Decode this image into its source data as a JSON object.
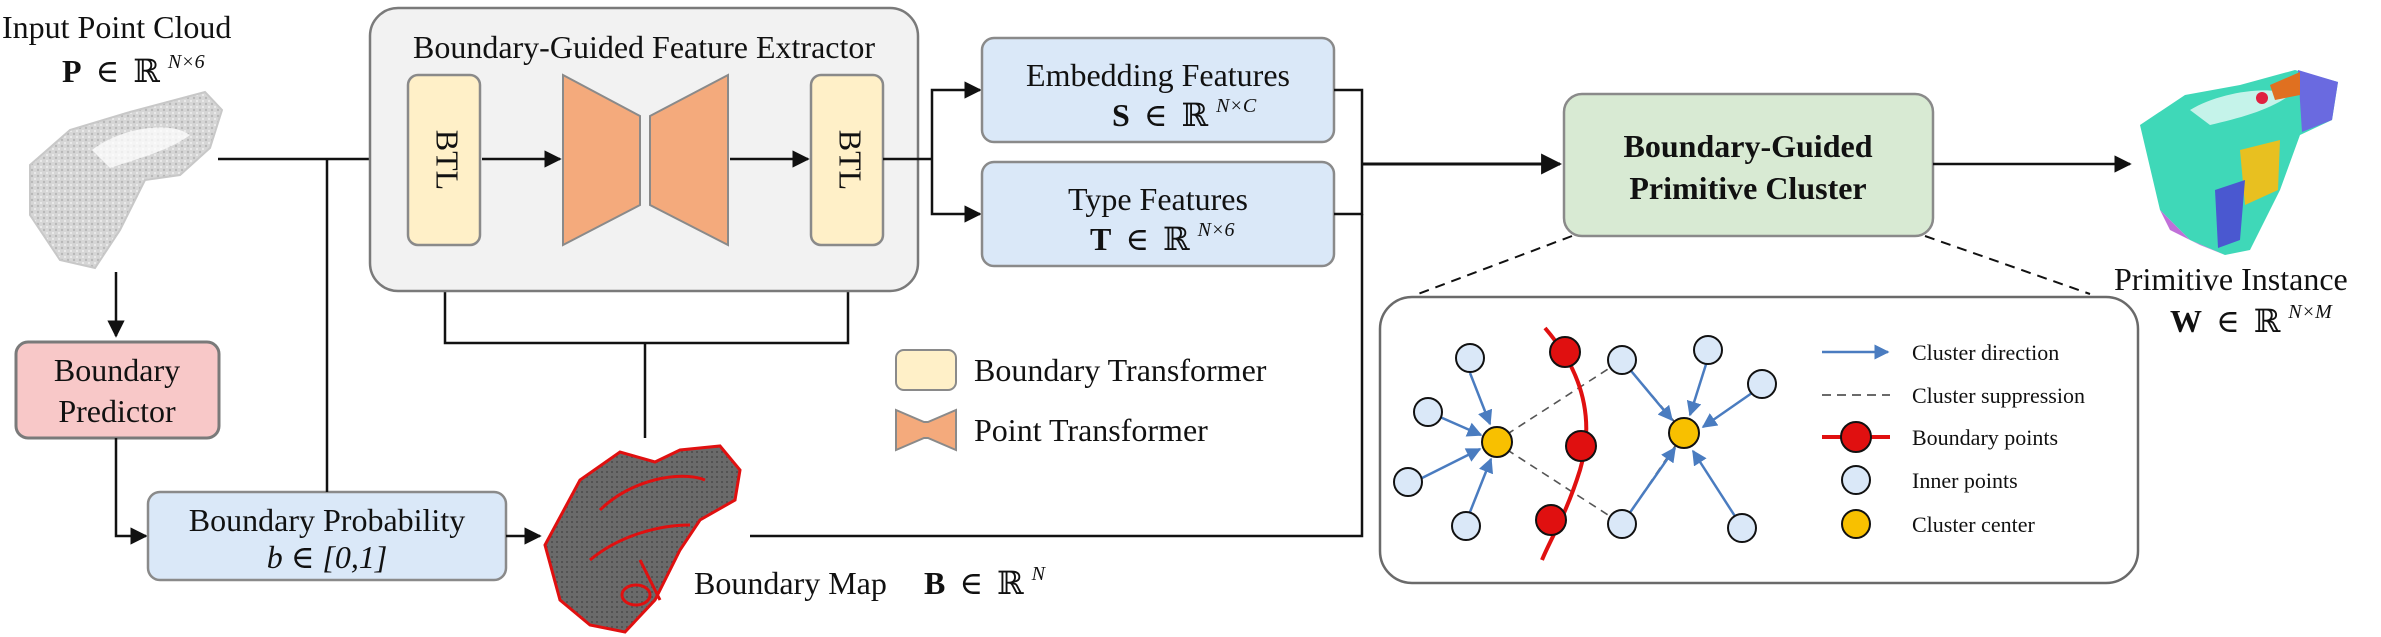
{
  "input": {
    "title": "Input Point Cloud",
    "symbol": "P",
    "in": "∈",
    "R": "ℝ",
    "sup": "N×6"
  },
  "predictor": {
    "line1": "Boundary",
    "line2": "Predictor"
  },
  "probability": {
    "title": "Boundary Probability",
    "math": "b ∈ [0,1]"
  },
  "extractor": {
    "title": "Boundary-Guided Feature Extractor",
    "btl_left": "BTL",
    "btl_right": "BTL"
  },
  "embedding": {
    "title": "Embedding Features",
    "symbol": "S",
    "in": "∈",
    "R": "ℝ",
    "sup": "N×C"
  },
  "type": {
    "title": "Type Features",
    "symbol": "T",
    "in": "∈",
    "R": "ℝ",
    "sup": "N×6"
  },
  "cluster": {
    "line1": "Boundary-Guided",
    "line2": "Primitive Cluster"
  },
  "output": {
    "title": "Primitive Instance",
    "symbol": "W",
    "in": "∈",
    "R": "ℝ",
    "sup": "N×M"
  },
  "boundary_map": {
    "title": "Boundary Map",
    "symbol": "B",
    "in": "∈",
    "R": "ℝ",
    "sup": "N"
  },
  "legend_main": {
    "boundary_transformer": "Boundary Transformer",
    "point_transformer": "Point Transformer"
  },
  "legend_cluster": {
    "direction": "Cluster direction",
    "suppression": "Cluster suppression",
    "boundary_points": "Boundary points",
    "inner_points": "Inner points",
    "center": "Cluster center"
  },
  "colors": {
    "predictor_fill": "#f8c8c8",
    "blue_box": "#dae8f8",
    "green_box": "#d8ead3",
    "btl_fill": "#fff0c8",
    "pt_fill": "#f4aa7c",
    "extractor_bg": "#f2f2f2",
    "boundary_red": "#e01010",
    "center_yellow": "#f8c000",
    "arrow_blue": "#4a7cc0"
  }
}
